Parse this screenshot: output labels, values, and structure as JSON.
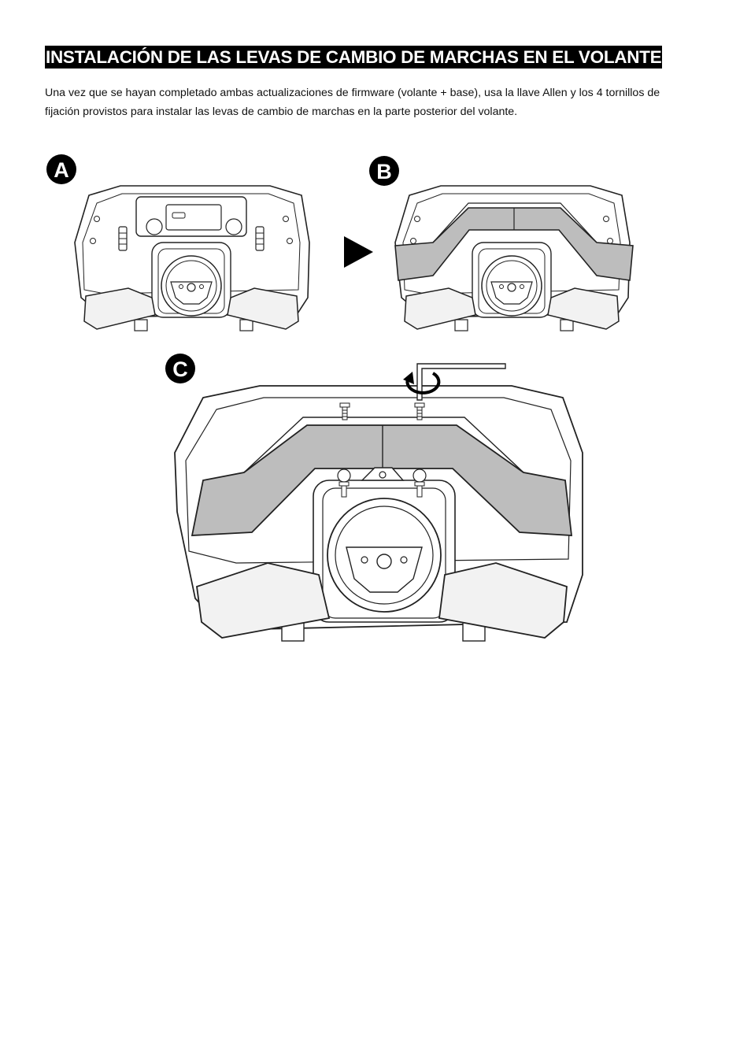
{
  "heading": "INSTALACIÓN DE LAS LEVAS DE CAMBIO DE MARCHAS EN EL VOLANTE",
  "intro_line1": "Una vez que se hayan completado ambas actualizaciones de firmware (volante + base), usa la llave Allen y los 4 tornillos de",
  "intro_line2": "fijación provistos para instalar las levas de cambio de marchas en la parte posterior del volante.",
  "steps": [
    {
      "label": "A"
    },
    {
      "label": "B"
    },
    {
      "label": "C"
    }
  ],
  "colors": {
    "line": "#222222",
    "shifter_fill": "#bdbdbd",
    "paddle_fill": "#f2f2f2"
  }
}
